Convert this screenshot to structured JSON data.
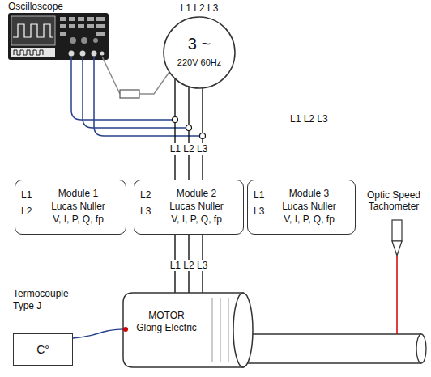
{
  "diagram": {
    "nodes": [
      {
        "text": [
          "3 ~",
          "220V 60Hz"
        ]
      },
      {
        "text": [
          "L1 L2",
          "Module 1",
          "Lucas Nuller V, I, P, Q, fp"
        ]
      },
      {
        "text": [
          "L2 L3",
          "Module 2",
          "Lucas Nuller V, I, P, Q, fp"
        ]
      },
      {
        "text": [
          "L1 L3",
          "Module 3",
          "Lucas Nuller V, I, P, Q, fp"
        ]
      },
      {
        "text": [
          "Termocouple Type J",
          "C°"
        ]
      },
      {
        "text": [
          "MOTOR Glong Electric"
        ]
      }
    ],
    "edges": [
      {
        "from": 0,
        "to": 2,
        "arrow": "none"
      },
      {
        "from": 2,
        "to": 5,
        "arrow": "none"
      },
      {
        "from": 4,
        "to": 5,
        "arrow": "none"
      }
    ],
    "labels": [
      "Oscilloscope",
      "L1 L2 L3",
      "L1 L2 L3",
      "L1 L2 L3",
      "L1 L2 L3",
      "Optic Speed Tachometer"
    ]
  }
}
